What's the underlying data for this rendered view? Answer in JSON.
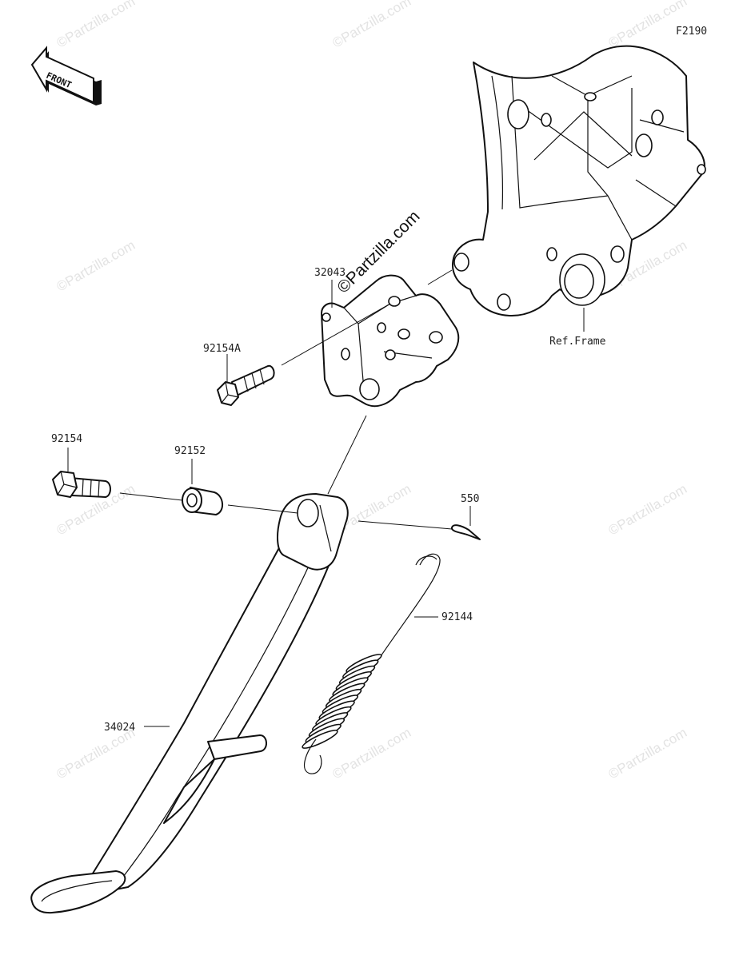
{
  "diagram_code": "F2190",
  "front_label": "FRONT",
  "parts": {
    "p32043": "32043",
    "p92154A": "92154A",
    "p92154": "92154",
    "p92152": "92152",
    "p550": "550",
    "p92144": "92144",
    "p34024": "34024",
    "ref_frame": "Ref.Frame"
  },
  "watermark": "©Partzilla.com",
  "colors": {
    "line": "#111111",
    "watermark": "#e3e3e3",
    "background": "#ffffff"
  }
}
